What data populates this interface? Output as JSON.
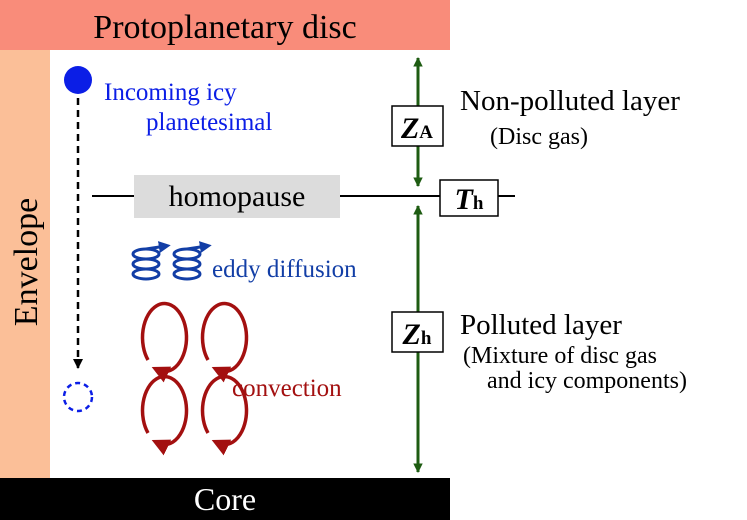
{
  "top_band": {
    "label": "Protoplanetary disc",
    "color": "#f98c7a"
  },
  "bottom_band": {
    "label": "Core",
    "color": "#000000"
  },
  "side_band": {
    "label": "Envelope",
    "color": "#fbbf98"
  },
  "planetesimal": {
    "label_line1": "Incoming icy",
    "label_line2": "planetesimal",
    "color": "#0b1ee6"
  },
  "homopause": {
    "label": "homopause",
    "box_color": "#dcdcdc"
  },
  "eddy": {
    "label": "eddy diffusion",
    "color": "#123ea6"
  },
  "convection": {
    "label": "convection",
    "color": "#a31010"
  },
  "axis_color": "#1e5c12",
  "z_a": {
    "symbol": "Z",
    "subscript": "A"
  },
  "t_h": {
    "symbol": "T",
    "subscript": "h"
  },
  "z_h": {
    "symbol": "Z",
    "subscript": "h"
  },
  "non_polluted": {
    "title": "Non-polluted layer",
    "subtitle": "(Disc gas)"
  },
  "polluted": {
    "title": "Polluted layer",
    "line2": "(Mixture of disc gas",
    "line3": "and icy components)"
  }
}
